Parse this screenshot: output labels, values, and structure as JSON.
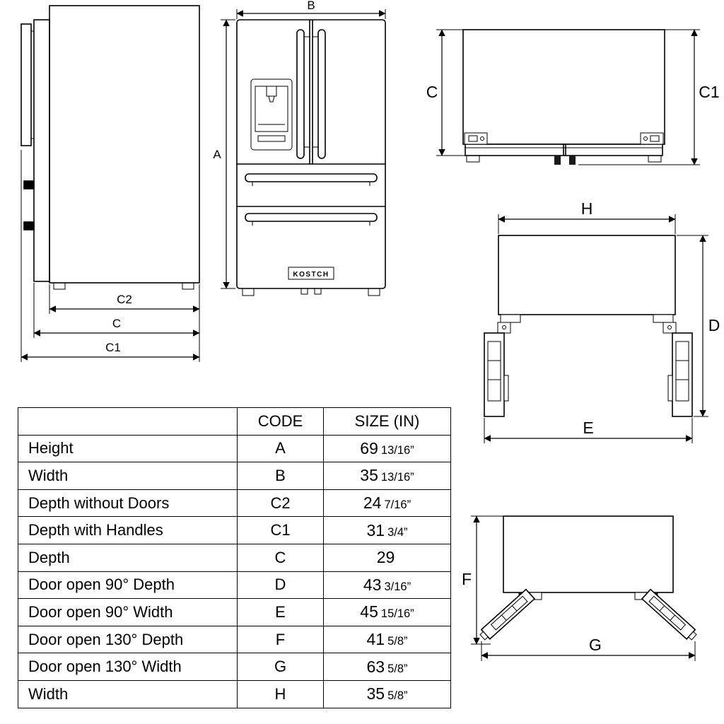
{
  "labels": {
    "side": {
      "c2": "C2",
      "c": "C",
      "c1": "C1"
    },
    "front": {
      "a": "A",
      "b": "B",
      "logo": "KOSTCH"
    },
    "top_closed": {
      "c": "C",
      "c1": "C1"
    },
    "open90": {
      "h": "H",
      "d": "D",
      "e": "E"
    },
    "open130": {
      "f": "F",
      "g": "G"
    }
  },
  "table": {
    "headers": [
      "",
      "CODE",
      "SIZE (IN)"
    ],
    "rows": [
      {
        "label": "Height",
        "code": "A",
        "size_main": "69",
        "size_frac": "13/16”"
      },
      {
        "label": "Width",
        "code": "B",
        "size_main": "35",
        "size_frac": "13/16”"
      },
      {
        "label": "Depth without Doors",
        "code": "C2",
        "size_main": "24",
        "size_frac": "7/16”"
      },
      {
        "label": "Depth with Handles",
        "code": "C1",
        "size_main": "31",
        "size_frac": "3/4”"
      },
      {
        "label": "Depth",
        "code": "C",
        "size_main": "29",
        "size_frac": ""
      },
      {
        "label": "Door open 90° Depth",
        "code": "D",
        "size_main": "43",
        "size_frac": "3/16”"
      },
      {
        "label": "Door open 90° Width",
        "code": "E",
        "size_main": "45",
        "size_frac": "15/16”"
      },
      {
        "label": "Door open 130° Depth",
        "code": "F",
        "size_main": "41",
        "size_frac": "5/8”"
      },
      {
        "label": "Door open 130° Width",
        "code": "G",
        "size_main": "63",
        "size_frac": "5/8”"
      },
      {
        "label": "Width",
        "code": "H",
        "size_main": "35",
        "size_frac": "5/8”"
      }
    ]
  }
}
